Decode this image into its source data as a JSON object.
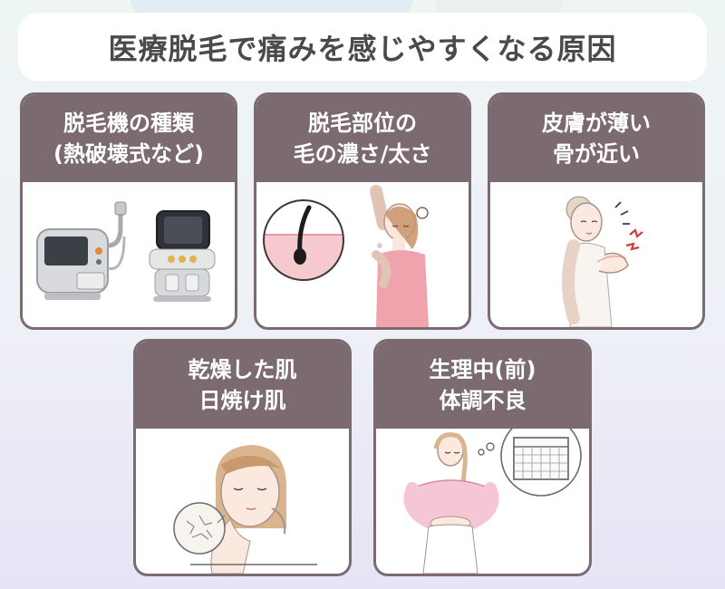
{
  "title": "医療脱毛で痛みを感じやすくなる原因",
  "colors": {
    "header_bg": "#7b6b70",
    "header_text": "#ffffff",
    "title_text": "#4a4a4a",
    "skin_pink": "#f6c9cf",
    "top_pink": "#f0a2ad"
  },
  "cards": [
    {
      "line1": "脱毛機の種類",
      "line2": "(熱破壊式など)",
      "illustration": "laser-machines"
    },
    {
      "line1": "脱毛部位の",
      "line2": "毛の濃さ/太さ",
      "illustration": "hair-follicle-armpit"
    },
    {
      "line1": "皮膚が薄い",
      "line2": "骨が近い",
      "illustration": "woman-arm-pain"
    },
    {
      "line1": "乾燥した肌",
      "line2": "日焼け肌",
      "illustration": "woman-dry-skin"
    },
    {
      "line1": "生理中(前)",
      "line2": "体調不良",
      "illustration": "woman-calendar-cramps"
    }
  ]
}
